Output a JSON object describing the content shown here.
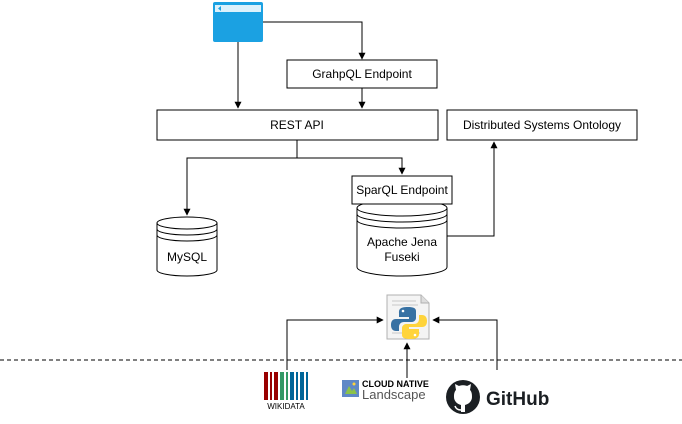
{
  "nodes": {
    "graphql": "GrahpQL Endpoint",
    "rest_api": "REST API",
    "ontology": "Distributed Systems Ontology",
    "sparql": "SparQL Endpoint",
    "fuseki_line1": "Apache Jena",
    "fuseki_line2": "Fuseki",
    "mysql": "MySQL"
  },
  "sources": {
    "wikidata": "WIKIDATA",
    "cncf_line1": "CLOUD NATIVE",
    "cncf_line2": "Landscape",
    "github": "GitHub"
  },
  "icons": [
    "browser-window-icon",
    "python-script-icon",
    "wikidata-logo",
    "cncf-landscape-logo",
    "github-logo"
  ],
  "colors": {
    "browser": "#1ba1e2",
    "python_blue": "#3771a3",
    "python_yellow": "#ffd43b",
    "wikidata_red": "#990000",
    "wikidata_green": "#339966",
    "wikidata_blue": "#006699",
    "line": "#000000"
  }
}
